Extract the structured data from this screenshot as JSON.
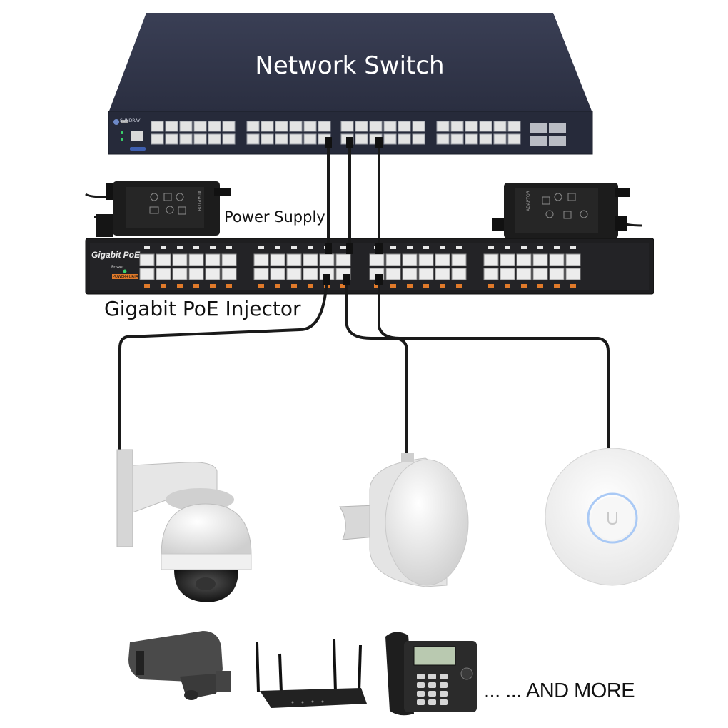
{
  "labels": {
    "switch": "Network Switch",
    "power_supply": "Power Supply",
    "injector": "Gigabit PoE Injector",
    "and_more": "... ... AND MORE"
  },
  "switch_panel": {
    "brand": "SUNDRAY"
  },
  "injector_panel": {
    "brand": "Gigabit PoE",
    "power_text": "Power",
    "power_data_text": "POWER+DATA"
  },
  "power_supply_units": {
    "adapter_text": "ADAPTOR"
  },
  "colors": {
    "switch_body": "#2b3042",
    "injector_body": "#202022",
    "cable": "#1a1a1a",
    "port_label_orange": "#e07a2a",
    "device_white": "#f2f2f2"
  }
}
